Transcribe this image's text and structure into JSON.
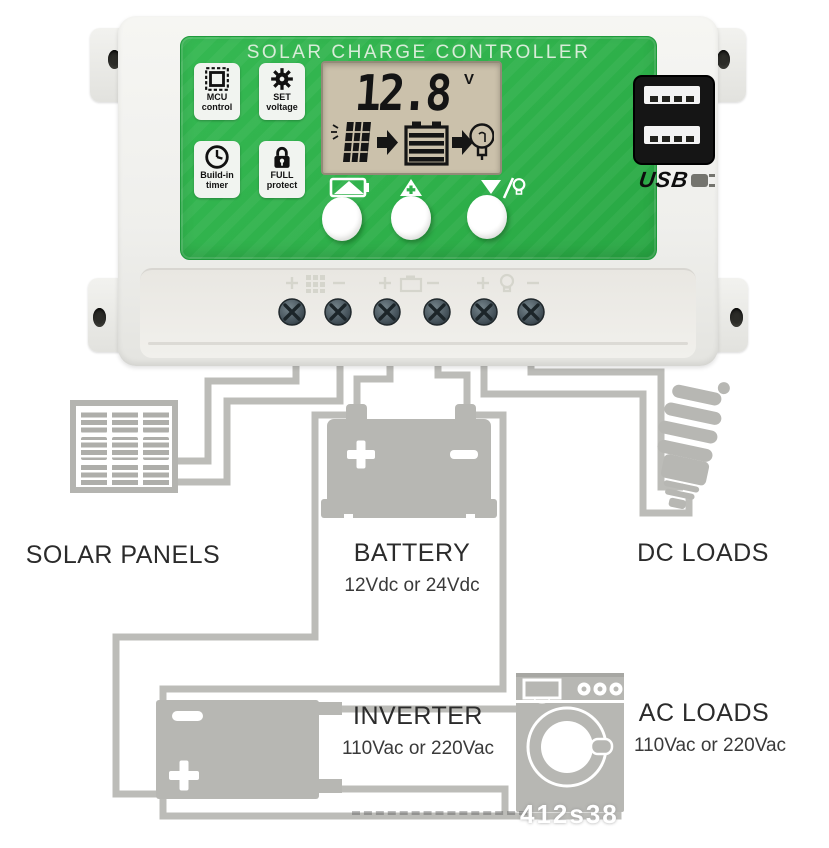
{
  "controller": {
    "title": "SOLAR CHARGE CONTROLLER",
    "features": [
      {
        "icon": "chip-icon",
        "line1": "MCU",
        "line2": "control"
      },
      {
        "icon": "gear-icon",
        "line1": "SET",
        "line2": "voltage"
      },
      {
        "icon": "clock-icon",
        "line1": "Build-in",
        "line2": "timer"
      },
      {
        "icon": "lock-icon",
        "line1": "FULL",
        "line2": "protect"
      }
    ],
    "lcd": {
      "value": "12.8",
      "unit": "V"
    },
    "usb_label": "USB",
    "terminal_labels": [
      {
        "plus": "+",
        "icon": "solar-terminal",
        "minus": "−"
      },
      {
        "plus": "+",
        "icon": "battery-terminal",
        "minus": "−"
      },
      {
        "plus": "+",
        "icon": "lamp-terminal",
        "minus": "−"
      }
    ]
  },
  "diagram": {
    "solar_panels": {
      "label": "SOLAR PANELS"
    },
    "battery": {
      "label": "BATTERY",
      "spec": "12Vdc or 24Vdc"
    },
    "dc_loads": {
      "label": "DC LOADS"
    },
    "inverter": {
      "label": "INVERTER",
      "spec": "110Vac or 220Vac"
    },
    "ac_loads": {
      "label": "AC LOADS",
      "spec": "110Vac or 220Vac"
    },
    "watermark": "412s38"
  },
  "colors": {
    "green": "#2fb14b",
    "wire_gray": "#bcbcb8",
    "icon_gray": "#b7b7b3",
    "lcd_bg": "#cbc1ab"
  }
}
